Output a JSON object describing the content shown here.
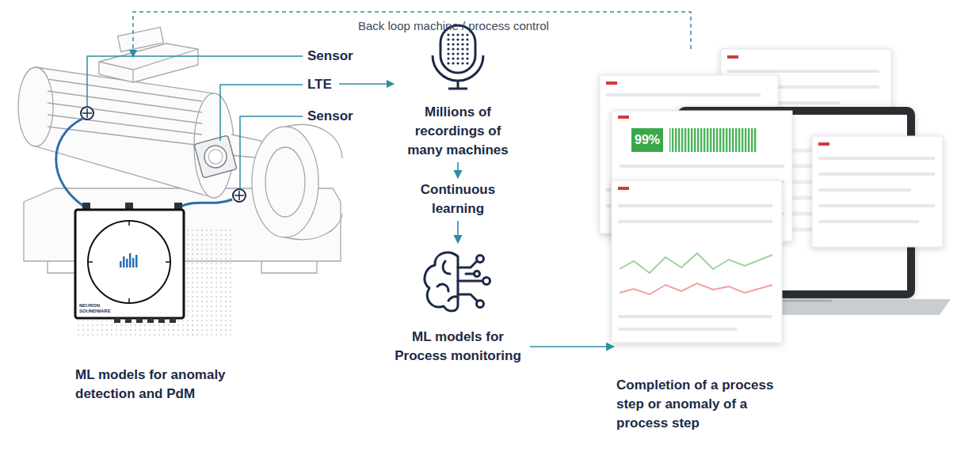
{
  "diagram": {
    "nodes": [
      {
        "text": [
          "Millions of recordings of many machines"
        ]
      },
      {
        "text": [
          "Continuous learning"
        ]
      },
      {
        "text": [
          "ML models for Process monitoring"
        ]
      },
      {
        "text": [
          "Completion of a process step or anomaly of a process step"
        ]
      },
      {
        "text": [
          "ML models for anomaly detection and PdM"
        ]
      }
    ],
    "edges": [
      {
        "from": 0,
        "to": 1,
        "arrow": "to"
      },
      {
        "from": 1,
        "to": 2,
        "arrow": "to"
      },
      {
        "from": 2,
        "to": 3,
        "arrow": "to"
      }
    ],
    "labels": [
      "Back loop machine / process control",
      "Sensor",
      "LTE",
      "Sensor",
      "NEURON SOUNDWARE",
      "99%"
    ]
  }
}
